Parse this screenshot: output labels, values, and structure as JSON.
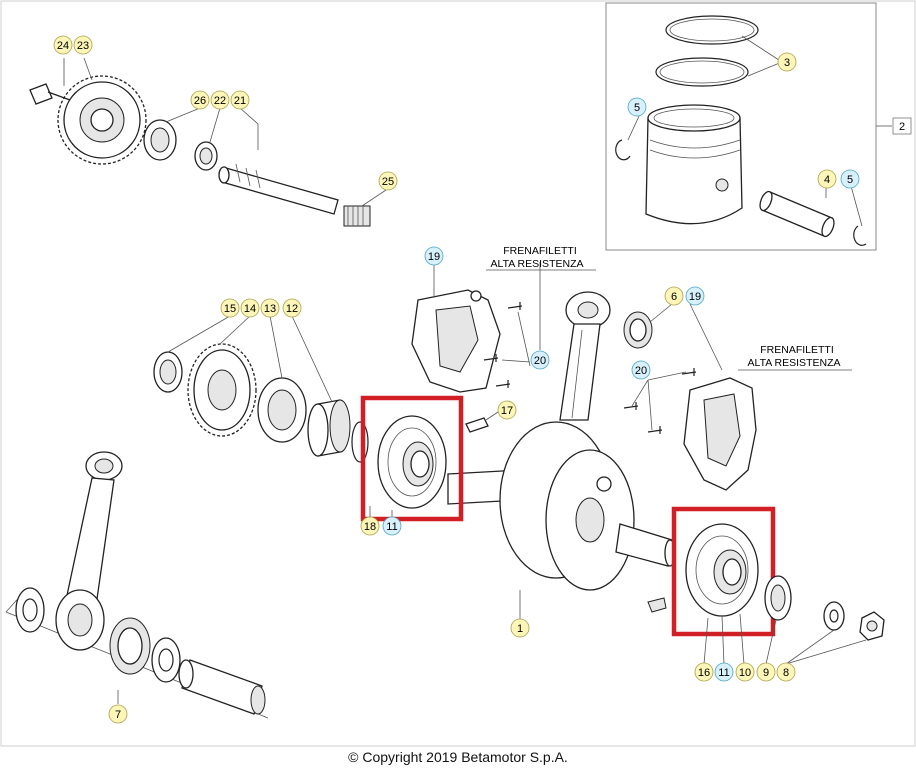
{
  "copyright": "© Copyright 2019 Betamotor S.p.A.",
  "notes": {
    "threadlock_left_1": "FRENAFILETTI",
    "threadlock_left_2": "ALTA RESISTENZA",
    "threadlock_right_1": "FRENAFILETTI",
    "threadlock_right_2": "ALTA RESISTENZA"
  },
  "callouts": [
    {
      "id": "c24",
      "label": "24",
      "style": "yellow"
    },
    {
      "id": "c23",
      "label": "23",
      "style": "yellow"
    },
    {
      "id": "c26",
      "label": "26",
      "style": "yellow"
    },
    {
      "id": "c22",
      "label": "22",
      "style": "yellow"
    },
    {
      "id": "c21",
      "label": "21",
      "style": "yellow"
    },
    {
      "id": "c25",
      "label": "25",
      "style": "yellow"
    },
    {
      "id": "c3",
      "label": "3",
      "style": "yellow"
    },
    {
      "id": "c2",
      "label": "2",
      "style": "white"
    },
    {
      "id": "c5a",
      "label": "5",
      "style": "cyan"
    },
    {
      "id": "c4",
      "label": "4",
      "style": "yellow"
    },
    {
      "id": "c5b",
      "label": "5",
      "style": "cyan"
    },
    {
      "id": "c19a",
      "label": "19",
      "style": "cyan"
    },
    {
      "id": "c6",
      "label": "6",
      "style": "yellow"
    },
    {
      "id": "c19b",
      "label": "19",
      "style": "cyan"
    },
    {
      "id": "c15",
      "label": "15",
      "style": "yellow"
    },
    {
      "id": "c14",
      "label": "14",
      "style": "yellow"
    },
    {
      "id": "c13",
      "label": "13",
      "style": "yellow"
    },
    {
      "id": "c12",
      "label": "12",
      "style": "yellow"
    },
    {
      "id": "c20a",
      "label": "20",
      "style": "cyan"
    },
    {
      "id": "c20b",
      "label": "20",
      "style": "cyan"
    },
    {
      "id": "c17",
      "label": "17",
      "style": "yellow"
    },
    {
      "id": "c18",
      "label": "18",
      "style": "yellow"
    },
    {
      "id": "c11a",
      "label": "11",
      "style": "cyan"
    },
    {
      "id": "c1",
      "label": "1",
      "style": "yellow"
    },
    {
      "id": "c16",
      "label": "16",
      "style": "yellow"
    },
    {
      "id": "c11b",
      "label": "11",
      "style": "cyan"
    },
    {
      "id": "c10",
      "label": "10",
      "style": "yellow"
    },
    {
      "id": "c9",
      "label": "9",
      "style": "yellow"
    },
    {
      "id": "c8",
      "label": "8",
      "style": "yellow"
    },
    {
      "id": "c7",
      "label": "7",
      "style": "yellow"
    }
  ],
  "colors": {
    "highlight": "#d21f26",
    "badge_yellow": "#fdf6b8",
    "badge_cyan": "#d7f0fb"
  }
}
